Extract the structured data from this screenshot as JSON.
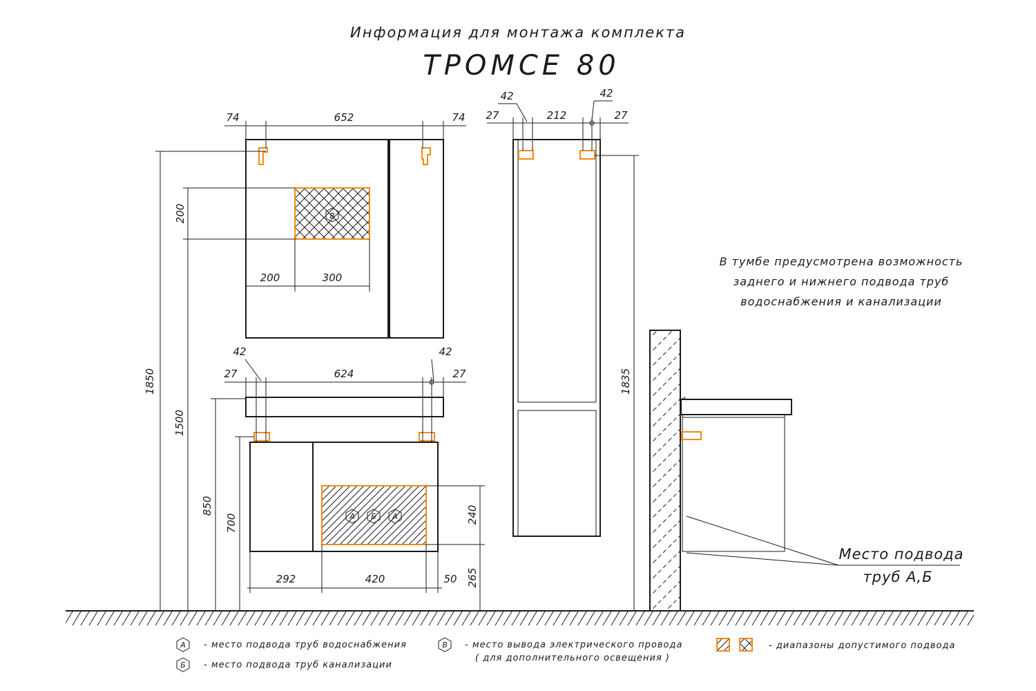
{
  "title": {
    "subtitle": "Информация для монтажа комплекта",
    "name": "ТРОМСЕ 80"
  },
  "colors": {
    "ink": "#1a1a1a",
    "accent": "#f28a14"
  },
  "mirror_cabinet": {
    "dims": {
      "left": "74",
      "width": "652",
      "right": "74",
      "height": "200",
      "off_left": "200",
      "zone_w": "300"
    },
    "zone_marker": "В"
  },
  "vanity": {
    "dims": {
      "l27": "27",
      "l42": "42",
      "width": "624",
      "r42": "42",
      "r27": "27",
      "w292": "292",
      "w420": "420",
      "w50": "50",
      "h240": "240",
      "h265": "265",
      "h700": "700",
      "h850": "850"
    },
    "zone_markers": [
      "А",
      "Б",
      "А"
    ]
  },
  "heights": {
    "h1850": "1850",
    "h1500": "1500",
    "h1835": "1835"
  },
  "tall_cabinet": {
    "dims": {
      "l42": "42",
      "l27": "27",
      "width": "212",
      "r42": "42",
      "r27": "27"
    }
  },
  "note": {
    "line1": "В тумбе предусмотрена возможность",
    "line2": "заднего и нижнего подвода труб",
    "line3": "водоснабжения и канализации"
  },
  "callout": {
    "line1": "Место подвода",
    "line2": "труб А,Б"
  },
  "legend": {
    "a_symbol": "А",
    "a_text": "- место подвода труб водоснабжения",
    "b_symbol": "Б",
    "b_text": "- место подвода труб канализации",
    "v_symbol": "В",
    "v_text": "- место вывода электрического провода",
    "v_text2": "( для дополнительного освещения )",
    "range_text": "- диапазоны допустимого подвода"
  }
}
